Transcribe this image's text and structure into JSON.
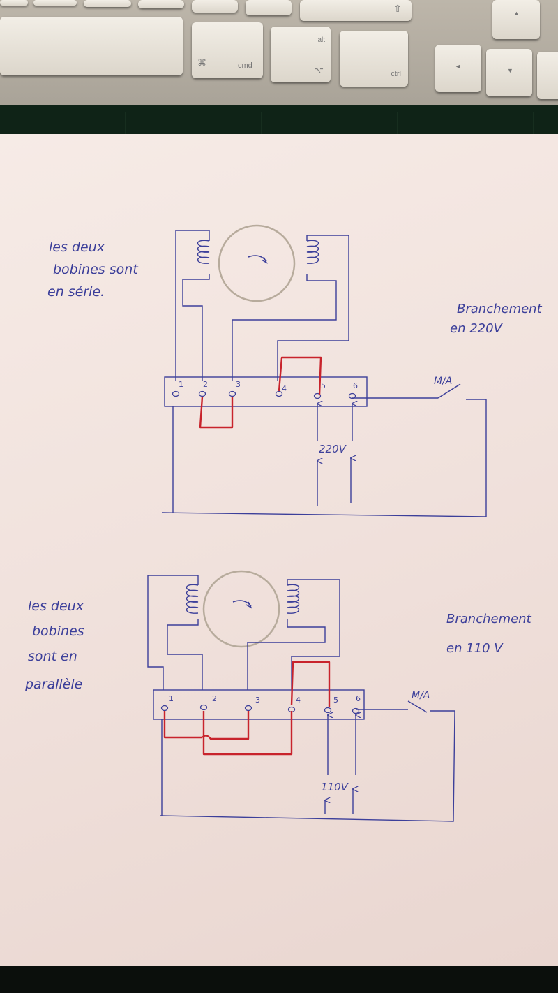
{
  "keyboard": {
    "keys": {
      "cmd_symbol": "⌘",
      "cmd": "cmd",
      "alt": "alt",
      "option_symbol": "⌥",
      "ctrl": "ctrl",
      "shift_symbol": "⇧",
      "arrow_up": "▲",
      "arrow_left": "◄",
      "arrow_down": "▼"
    }
  },
  "diagram_top": {
    "note_lines": [
      "les deux",
      "bobines sont",
      "en série."
    ],
    "title_lines": [
      "Branchement",
      "en 220V"
    ],
    "terminals": [
      "1",
      "2",
      "3",
      "4",
      "5",
      "6"
    ],
    "switch_label": "M/A",
    "voltage_label": "220V"
  },
  "diagram_bottom": {
    "note_lines": [
      "les deux",
      "bobines",
      "sont en",
      "parallèle"
    ],
    "title_lines": [
      "Branchement",
      "en 110 V"
    ],
    "terminals": [
      "1",
      "2",
      "3",
      "4",
      "5",
      "6"
    ],
    "switch_label": "M/A",
    "voltage_label": "110V"
  },
  "colors": {
    "ink_blue": "#3c3f9a",
    "ink_red": "#c8232c",
    "motor_outline": "#b7ab9c"
  }
}
